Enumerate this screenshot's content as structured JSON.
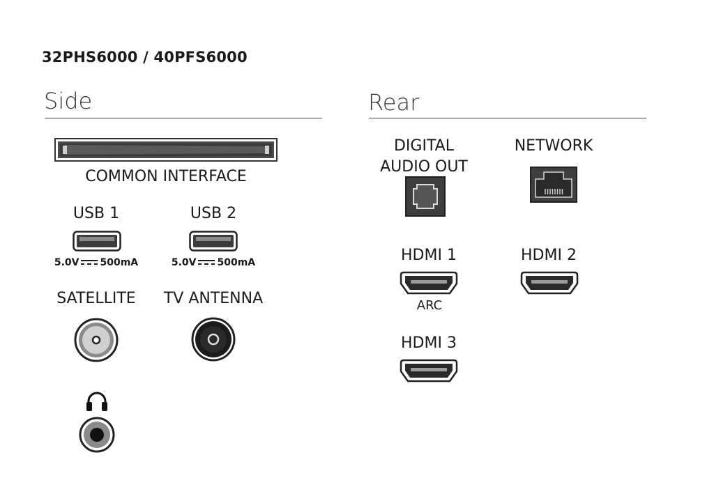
{
  "title": "32PHS6000 / 40PFS6000",
  "side": {
    "heading": "Side",
    "common_interface": "COMMON INTERFACE",
    "usb1": {
      "label": "USB 1",
      "rating_left": "5.0V",
      "rating_right": "500mA"
    },
    "usb2": {
      "label": "USB 2",
      "rating_left": "5.0V",
      "rating_right": "500mA"
    },
    "satellite": "SATELLITE",
    "tv_antenna": "TV ANTENNA",
    "headphone_icon": "headphone-icon"
  },
  "rear": {
    "heading": "Rear",
    "digital_audio_line1": "DIGITAL",
    "digital_audio_line2": "AUDIO OUT",
    "network": "NETWORK",
    "hdmi1": "HDMI 1",
    "hdmi1_sub": "ARC",
    "hdmi2": "HDMI 2",
    "hdmi3": "HDMI 3"
  }
}
